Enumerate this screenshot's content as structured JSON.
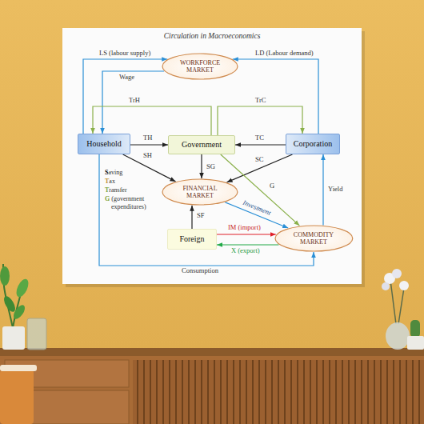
{
  "diagram": {
    "title": "Circulation in Macroeconomics",
    "nodes": [
      {
        "text": [
          "WORKFORCE MARKET"
        ]
      },
      {
        "text": [
          "Household"
        ]
      },
      {
        "text": [
          "Government"
        ]
      },
      {
        "text": [
          "Corporation"
        ]
      },
      {
        "text": [
          "FINANCIAL MARKET"
        ]
      },
      {
        "text": [
          "Foreign"
        ]
      },
      {
        "text": [
          "COMMODITY MARKET"
        ]
      }
    ],
    "edges": [
      {
        "from": 1,
        "to": 0,
        "arrow": "to",
        "label": "LS (labour supply)"
      },
      {
        "from": 0,
        "to": 1,
        "arrow": "to",
        "label": "Wage"
      },
      {
        "from": 3,
        "to": 0,
        "arrow": "to",
        "label": "LD (Labour demand)"
      },
      {
        "from": 2,
        "to": 1,
        "arrow": "to",
        "label": "TrH"
      },
      {
        "from": 2,
        "to": 3,
        "arrow": "to",
        "label": "TrC"
      },
      {
        "from": 1,
        "to": 2,
        "arrow": "to",
        "label": "TH"
      },
      {
        "from": 3,
        "to": 2,
        "arrow": "to",
        "label": "TC"
      },
      {
        "from": 1,
        "to": 4,
        "arrow": "to",
        "label": "SH"
      },
      {
        "from": 2,
        "to": 4,
        "arrow": "to",
        "label": "SG"
      },
      {
        "from": 3,
        "to": 4,
        "arrow": "to",
        "label": "SC"
      },
      {
        "from": 2,
        "to": 6,
        "arrow": "to",
        "label": "G"
      },
      {
        "from": 4,
        "to": 6,
        "arrow": "to",
        "label": "Investment"
      },
      {
        "from": 5,
        "to": 4,
        "arrow": "to",
        "label": "SF"
      },
      {
        "from": 5,
        "to": 6,
        "arrow": "to",
        "label": "IM (import)"
      },
      {
        "from": 6,
        "to": 5,
        "arrow": "to",
        "label": "X (export)"
      },
      {
        "from": 6,
        "to": 3,
        "arrow": "to",
        "label": "Yield"
      },
      {
        "from": 1,
        "to": 6,
        "arrow": "to",
        "label": "Consumption"
      }
    ],
    "labels": [
      "Saving",
      "Tax",
      "Transfer",
      "G (government expenditures)"
    ]
  }
}
